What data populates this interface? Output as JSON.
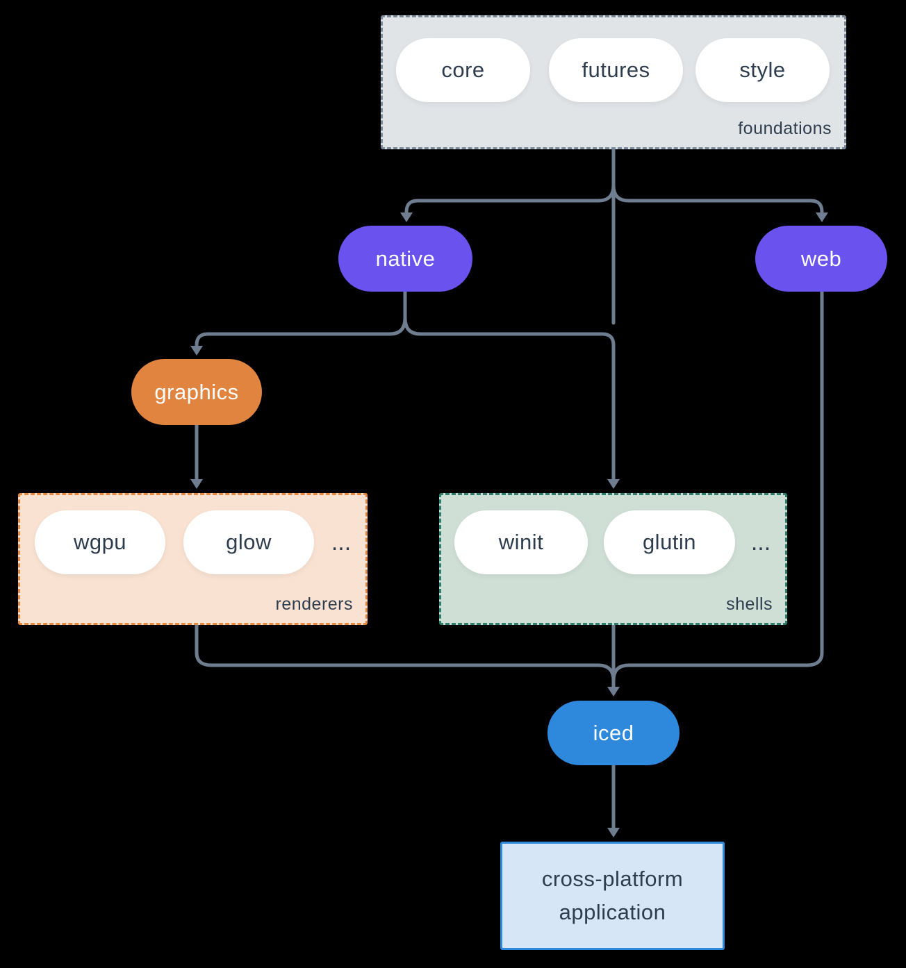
{
  "colors": {
    "bg": "#000000",
    "text-dark": "#2e3d4e",
    "text-light": "#ffffff",
    "purple": "#6a52ef",
    "orange": "#e08440",
    "blue": "#2e88dc",
    "foundations-fill": "#e0e4e7",
    "foundations-border": "#7b8a9b",
    "renderers-fill": "#f9e2d2",
    "renderers-border": "#e6883e",
    "shells-fill": "#cfdfd6",
    "shells-border": "#2e7d6c",
    "app-fill": "#d6e6f7",
    "app-border": "#2e88dc",
    "arrow": "#6e7e90"
  },
  "groups": {
    "foundations": {
      "label": "foundations",
      "pills": [
        "core",
        "futures",
        "style"
      ]
    },
    "renderers": {
      "label": "renderers",
      "pills": [
        "wgpu",
        "glow"
      ],
      "more": "..."
    },
    "shells": {
      "label": "shells",
      "pills": [
        "winit",
        "glutin"
      ],
      "more": "..."
    }
  },
  "nodes": {
    "native": "native",
    "web": "web",
    "graphics": "graphics",
    "iced": "iced",
    "app": {
      "line1": "cross-platform",
      "line2": "application"
    }
  }
}
